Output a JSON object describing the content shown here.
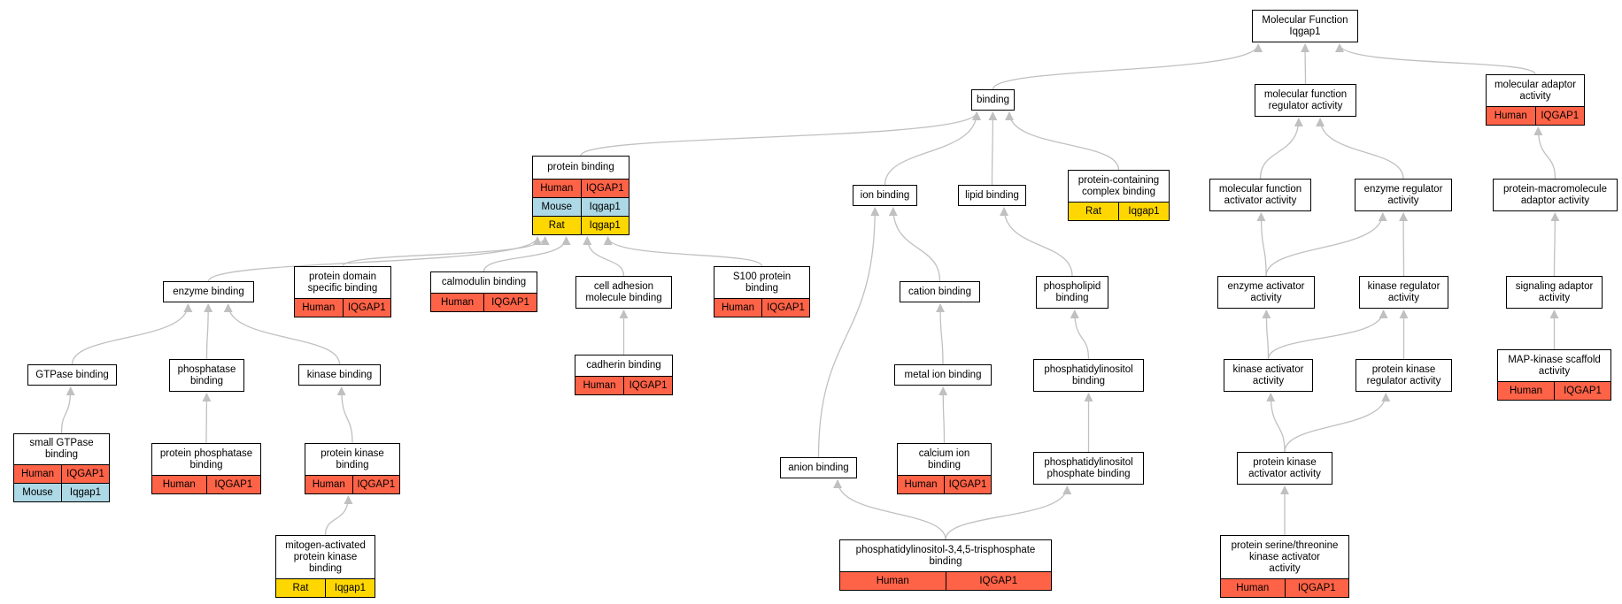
{
  "colors": {
    "human": "#ff6347",
    "mouse": "#add8e6",
    "rat": "#ffd700",
    "edge": "#c0c0c0"
  },
  "nodes": {
    "mf": {
      "label": "Molecular Function\nIqgap1",
      "rows": []
    },
    "binding": {
      "label": "binding",
      "rows": []
    },
    "mfreg": {
      "label": "molecular function\nregulator activity",
      "rows": []
    },
    "madapt": {
      "label": "molecular adaptor\nactivity",
      "rows": [
        [
          "human",
          "Human",
          "IQGAP1"
        ]
      ]
    },
    "protb": {
      "label": "protein binding",
      "rows": [
        [
          "human",
          "Human",
          "IQGAP1"
        ],
        [
          "mouse",
          "Mouse",
          "Iqgap1"
        ],
        [
          "rat",
          "Rat",
          "Iqgap1"
        ]
      ]
    },
    "ionb": {
      "label": "ion binding",
      "rows": []
    },
    "lipb": {
      "label": "lipid binding",
      "rows": []
    },
    "pcompl": {
      "label": "protein-containing\ncomplex binding",
      "rows": [
        [
          "rat",
          "Rat",
          "Iqgap1"
        ]
      ]
    },
    "mfact": {
      "label": "molecular function\nactivator activity",
      "rows": []
    },
    "enzreg": {
      "label": "enzyme regulator\nactivity",
      "rows": []
    },
    "pmadapt": {
      "label": "protein-macromolecule\nadaptor activity",
      "rows": []
    },
    "enzb": {
      "label": "enzyme binding",
      "rows": []
    },
    "pdom": {
      "label": "protein domain\nspecific binding",
      "rows": [
        [
          "human",
          "Human",
          "IQGAP1"
        ]
      ]
    },
    "calm": {
      "label": "calmodulin binding",
      "rows": [
        [
          "human",
          "Human",
          "IQGAP1"
        ]
      ]
    },
    "celladh": {
      "label": "cell adhesion\nmolecule binding",
      "rows": []
    },
    "s100": {
      "label": "S100 protein\nbinding",
      "rows": [
        [
          "human",
          "Human",
          "IQGAP1"
        ]
      ]
    },
    "cationb": {
      "label": "cation binding",
      "rows": []
    },
    "phlipb": {
      "label": "phospholipid\nbinding",
      "rows": []
    },
    "enzact": {
      "label": "enzyme activator\nactivity",
      "rows": []
    },
    "kinreg": {
      "label": "kinase regulator\nactivity",
      "rows": []
    },
    "sigad": {
      "label": "signaling adaptor\nactivity",
      "rows": []
    },
    "gtpb": {
      "label": "GTPase binding",
      "rows": []
    },
    "phosb": {
      "label": "phosphatase\nbinding",
      "rows": []
    },
    "kinb": {
      "label": "kinase binding",
      "rows": []
    },
    "cadh": {
      "label": "cadherin binding",
      "rows": [
        [
          "human",
          "Human",
          "IQGAP1"
        ]
      ]
    },
    "metionb": {
      "label": "metal ion binding",
      "rows": []
    },
    "ptdinsb": {
      "label": "phosphatidylinositol\nbinding",
      "rows": []
    },
    "kinact": {
      "label": "kinase activator\nactivity",
      "rows": []
    },
    "pkreg": {
      "label": "protein kinase\nregulator activity",
      "rows": []
    },
    "mapk": {
      "label": "MAP-kinase scaffold\nactivity",
      "rows": [
        [
          "human",
          "Human",
          "IQGAP1"
        ]
      ]
    },
    "sgtp": {
      "label": "small GTPase\nbinding",
      "rows": [
        [
          "human",
          "Human",
          "IQGAP1"
        ],
        [
          "mouse",
          "Mouse",
          "Iqgap1"
        ]
      ]
    },
    "pphos": {
      "label": "protein phosphatase\nbinding",
      "rows": [
        [
          "human",
          "Human",
          "IQGAP1"
        ]
      ]
    },
    "pkinb": {
      "label": "protein kinase\nbinding",
      "rows": [
        [
          "human",
          "Human",
          "IQGAP1"
        ]
      ]
    },
    "anionb": {
      "label": "anion binding",
      "rows": []
    },
    "caionb": {
      "label": "calcium ion\nbinding",
      "rows": [
        [
          "human",
          "Human",
          "IQGAP1"
        ]
      ]
    },
    "ptdinsp": {
      "label": "phosphatidylinositol\nphosphate binding",
      "rows": []
    },
    "pkact": {
      "label": "protein kinase\nactivator activity",
      "rows": []
    },
    "mapkb": {
      "label": "mitogen-activated\nprotein kinase\nbinding",
      "rows": [
        [
          "rat",
          "Rat",
          "Iqgap1"
        ]
      ]
    },
    "pip3": {
      "label": "phosphatidylinositol-3,4,5-trisphosphate\nbinding",
      "rows": [
        [
          "human",
          "Human",
          "IQGAP1"
        ]
      ]
    },
    "pstk": {
      "label": "protein serine/threonine\nkinase activator\nactivity",
      "rows": [
        [
          "human",
          "Human",
          "IQGAP1"
        ]
      ]
    }
  },
  "edges": [
    [
      "binding",
      "mf"
    ],
    [
      "mfreg",
      "mf"
    ],
    [
      "madapt",
      "mf"
    ],
    [
      "protb",
      "binding"
    ],
    [
      "ionb",
      "binding"
    ],
    [
      "lipb",
      "binding"
    ],
    [
      "pcompl",
      "binding"
    ],
    [
      "mfact",
      "mfreg"
    ],
    [
      "enzreg",
      "mfreg"
    ],
    [
      "pmadapt",
      "madapt"
    ],
    [
      "enzb",
      "protb"
    ],
    [
      "pdom",
      "protb"
    ],
    [
      "calm",
      "protb"
    ],
    [
      "celladh",
      "protb"
    ],
    [
      "s100",
      "protb"
    ],
    [
      "cationb",
      "ionb"
    ],
    [
      "anionb",
      "ionb"
    ],
    [
      "phlipb",
      "lipb"
    ],
    [
      "enzact",
      "mfact"
    ],
    [
      "enzact",
      "enzreg"
    ],
    [
      "kinreg",
      "enzreg"
    ],
    [
      "sigad",
      "pmadapt"
    ],
    [
      "gtpb",
      "enzb"
    ],
    [
      "phosb",
      "enzb"
    ],
    [
      "kinb",
      "enzb"
    ],
    [
      "cadh",
      "celladh"
    ],
    [
      "metionb",
      "cationb"
    ],
    [
      "ptdinsb",
      "phlipb"
    ],
    [
      "kinact",
      "enzact"
    ],
    [
      "kinact",
      "kinreg"
    ],
    [
      "pkreg",
      "kinreg"
    ],
    [
      "mapk",
      "sigad"
    ],
    [
      "sgtp",
      "gtpb"
    ],
    [
      "pphos",
      "phosb"
    ],
    [
      "pkinb",
      "kinb"
    ],
    [
      "caionb",
      "metionb"
    ],
    [
      "ptdinsp",
      "ptdinsb"
    ],
    [
      "pkact",
      "kinact"
    ],
    [
      "pkact",
      "pkreg"
    ],
    [
      "mapkb",
      "pkinb"
    ],
    [
      "pip3",
      "anionb"
    ],
    [
      "pip3",
      "ptdinsp"
    ],
    [
      "pstk",
      "pkact"
    ]
  ]
}
